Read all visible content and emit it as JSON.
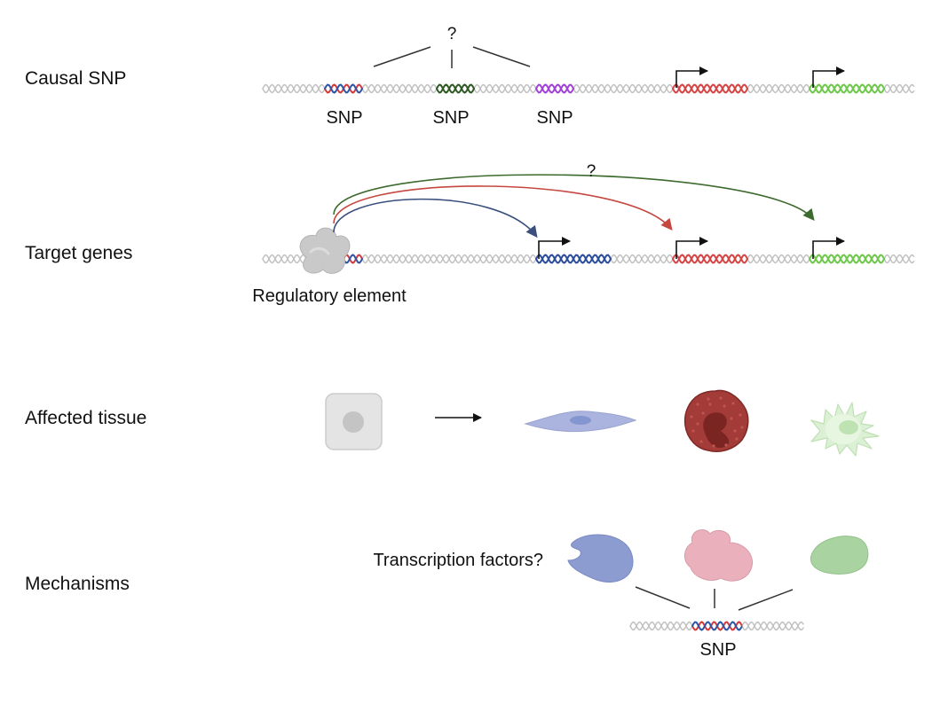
{
  "rows": {
    "causal_snp": "Causal SNP",
    "target_genes": "Target genes",
    "affected_tissue": "Affected tissue",
    "mechanisms": "Mechanisms"
  },
  "causal_snp": {
    "question": "?",
    "snp_labels": [
      "SNP",
      "SNP",
      "SNP"
    ]
  },
  "target_genes": {
    "question": "?",
    "regulatory_label": "Regulatory element"
  },
  "mechanisms": {
    "tf_label": "Transcription factors?",
    "snp_label": "SNP"
  },
  "colors": {
    "dna_backbone": "#c2c2c2",
    "snp_red": "#d63b3b",
    "snp_blue": "#2d55a8",
    "snp_dark_green": "#2f5a26",
    "snp_purple": "#a342d6",
    "gene_red": "#d64545",
    "gene_green": "#6ec94b",
    "gene_blue": "#2b4d9c",
    "arrow_blue": "#3a4f7d",
    "arrow_red": "#c6473f",
    "arrow_green": "#3d6b2e",
    "regulatory_element": "#c9c9c9",
    "stem_cell": "#e4e4e4",
    "fibroblast": "#aab4de",
    "neutrophil": "#a33c38",
    "dendritic_cell": "#dcf0d5",
    "tf_blue": "#8c9bd0",
    "tf_pink": "#eab1bd",
    "tf_green": "#a9d3a1"
  },
  "icons": [
    "promoter-arrow-icon",
    "regulatory-element-icon",
    "stem-cell-icon",
    "fibroblast-icon",
    "neutrophil-icon",
    "dendritic-cell-icon",
    "transcription-factor-icon"
  ]
}
